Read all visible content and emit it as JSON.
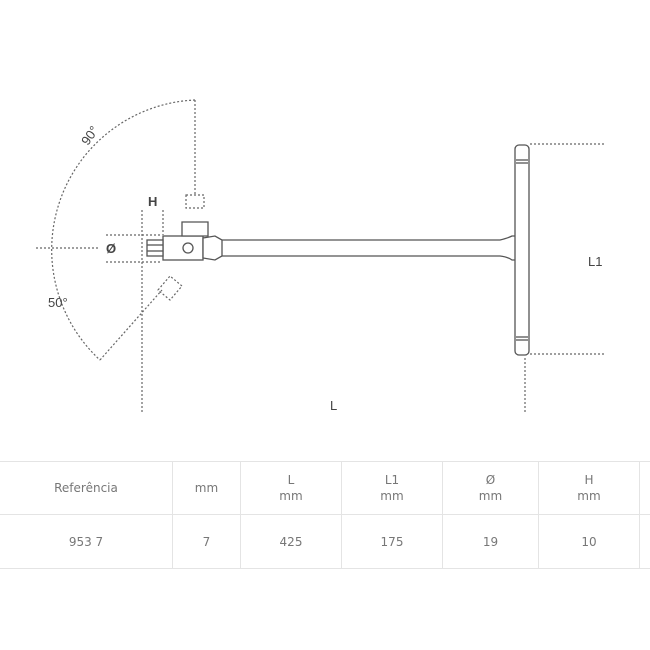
{
  "diagram": {
    "angle_top": "90°",
    "angle_bottom": "50°",
    "label_H": "H",
    "label_diameter": "Ø",
    "label_L": "L",
    "label_L1": "L1",
    "line_color": "#555555"
  },
  "table": {
    "headers": [
      {
        "line1": "Referência",
        "line2": ""
      },
      {
        "line1": "mm",
        "line2": ""
      },
      {
        "line1": "L",
        "line2": "mm"
      },
      {
        "line1": "L1",
        "line2": "mm"
      },
      {
        "line1": "Ø",
        "line2": "mm"
      },
      {
        "line1": "H",
        "line2": "mm"
      }
    ],
    "rows": [
      [
        "953 7",
        "7",
        "425",
        "175",
        "19",
        "10"
      ]
    ]
  }
}
